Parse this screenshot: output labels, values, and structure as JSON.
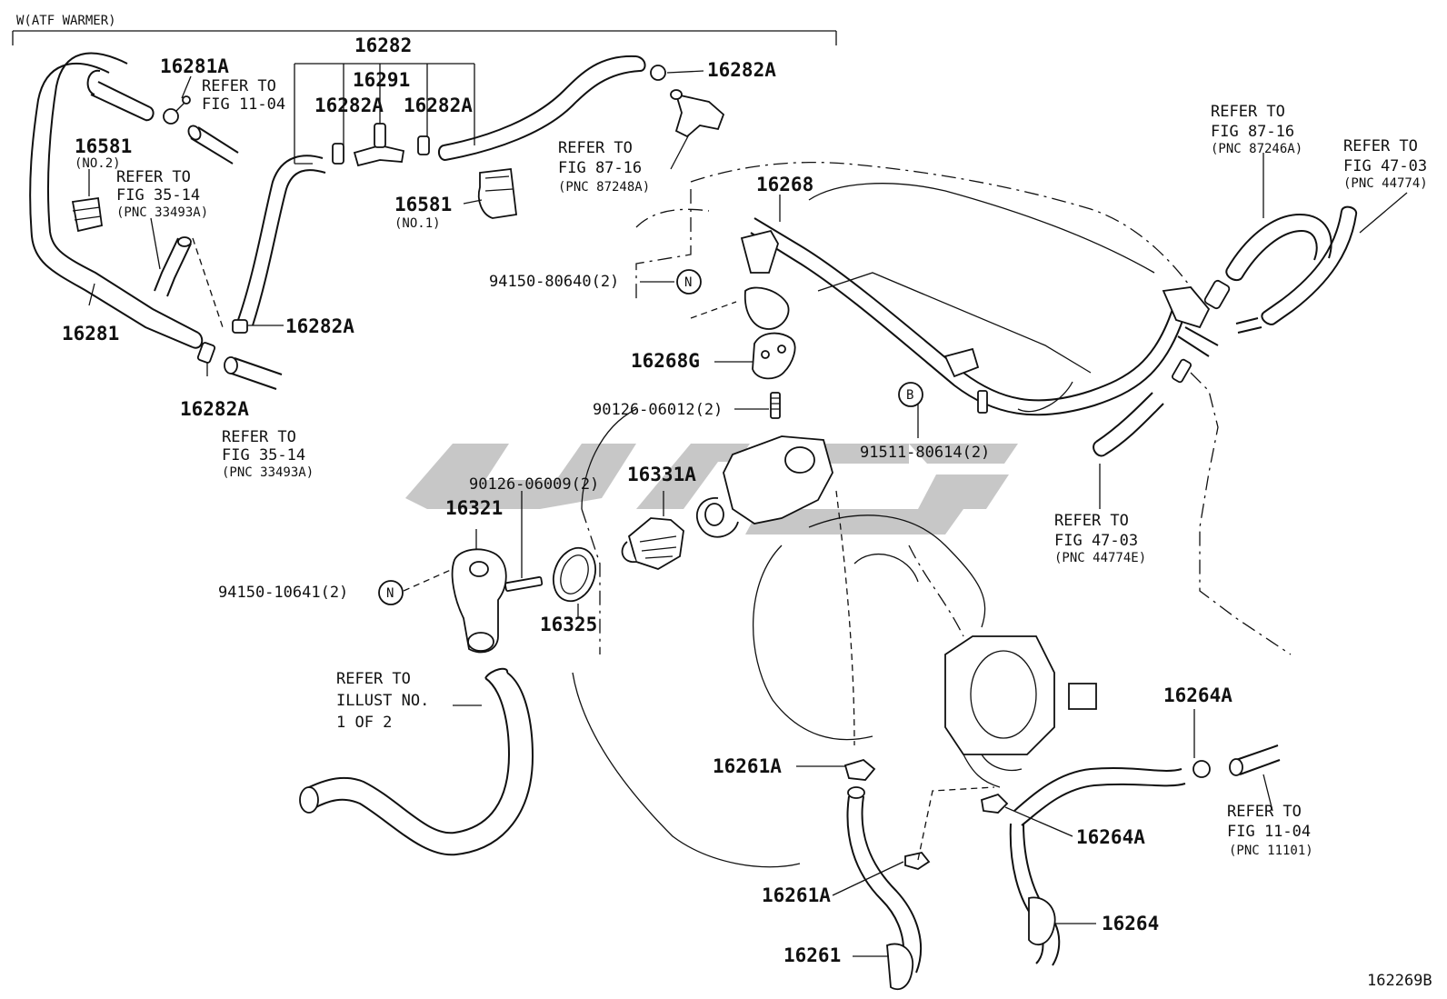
{
  "header": {
    "variant_label": "W(ATF WARMER)"
  },
  "footer": {
    "illustration_id": "162269B"
  },
  "callouts": {
    "p16282": "16282",
    "p16291": "16291",
    "p16281A": "16281A",
    "p16282A_top_right": "16282A",
    "p16282A_left_mid": "16282A",
    "p16282A_right_mid": "16282A",
    "p16282A_middle": "16282A",
    "p16282A_bottom": "16282A",
    "p16581_no2": "16581",
    "no2": "(NO.2)",
    "p16581_no1": "16581",
    "no1": "(NO.1)",
    "p16281": "16281",
    "p16268": "16268",
    "p16268G": "16268G",
    "p16331A": "16331A",
    "p16321": "16321",
    "p16325": "16325",
    "p16261A_top": "16261A",
    "p16261A_bottom": "16261A",
    "p16261": "16261",
    "p16264A_top": "16264A",
    "p16264A_mid": "16264A",
    "p16264": "16264",
    "b94150_80640": "94150-80640(2)",
    "b90126_06012": "90126-06012(2)",
    "b91511_80614": "91511-80614(2)",
    "b90126_06009": "90126-06009(2)",
    "b94150_10641": "94150-10641(2)",
    "sym_n1": "N",
    "sym_n2": "N",
    "sym_b": "B"
  },
  "references": {
    "r1": {
      "l1": "REFER TO",
      "l2": "FIG 11-04"
    },
    "r2": {
      "l1": "REFER TO",
      "l2": "FIG 35-14",
      "l3": "(PNC 33493A)"
    },
    "r3": {
      "l1": "REFER TO",
      "l2": "FIG 35-14",
      "l3": "(PNC 33493A)"
    },
    "r4": {
      "l1": "REFER TO",
      "l2": "FIG 87-16",
      "l3": "(PNC 87248A)"
    },
    "r5": {
      "l1": "REFER TO",
      "l2": "FIG 87-16",
      "l3": "(PNC 87246A)"
    },
    "r6": {
      "l1": "REFER TO",
      "l2": "FIG 47-03",
      "l3": "(PNC 44774)"
    },
    "r7": {
      "l1": "REFER TO",
      "l2": "FIG 47-03",
      "l3": "(PNC 44774E)"
    },
    "r8": {
      "l1": "REFER TO",
      "l2": "ILLUST NO.",
      "l3": "1 OF 2"
    },
    "r9": {
      "l1": "REFER TO",
      "l2": "FIG 11-04",
      "l3": "(PNC 11101)"
    }
  }
}
